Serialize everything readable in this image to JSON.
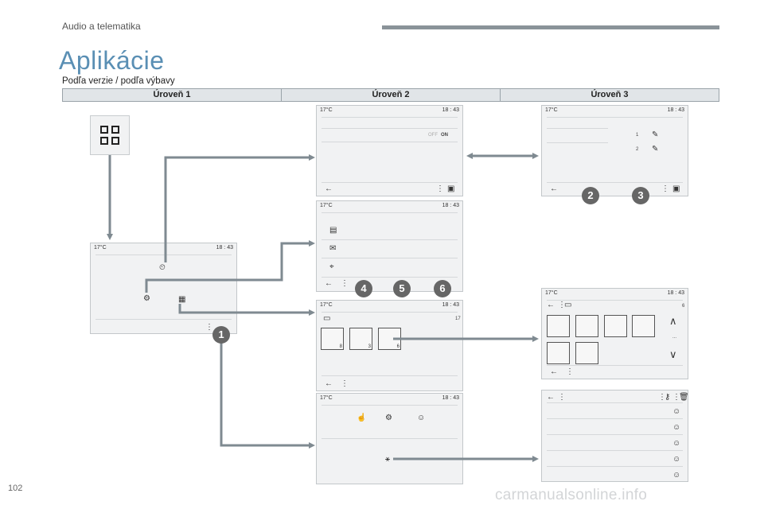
{
  "header": {
    "section": "Audio a telematika"
  },
  "title": "Aplikácie",
  "subtitle": "Podľa verzie / podľa výbavy",
  "levels": [
    "Úroveň 1",
    "Úroveň 2",
    "Úroveň 3"
  ],
  "status": {
    "temp": "17°C",
    "time": "18 : 43"
  },
  "glyphs": {
    "back": "←",
    "menu": "⋮",
    "save": "▣",
    "up": "∧",
    "down": "∨",
    "pen": "✎"
  },
  "screen_texts": {
    "off": "OFF",
    "on": "ON",
    "one": "1",
    "two": "2",
    "count_17": "17",
    "count_6": "6",
    "tile_8": "8",
    "tile_3": "3",
    "tile_6": "6",
    "ellipsis": "..."
  },
  "badges": [
    "1",
    "2",
    "3",
    "4",
    "5",
    "6"
  ],
  "icons": {
    "apps": "apps-grid-icon",
    "photo": "photo-icon",
    "folder": "folder-icon",
    "bluetooth": "bluetooth-icon",
    "clock": "clock-icon",
    "hand": "hand-icon",
    "contact": "contact-icon",
    "trash": "trash-icon",
    "key": "key-icon"
  },
  "colors": {
    "title": "#5a8fb4",
    "arrow": "#7f8a91",
    "badge": "#666666"
  },
  "footer": {
    "page_number": "102",
    "watermark": "carmanualsonline.info"
  }
}
